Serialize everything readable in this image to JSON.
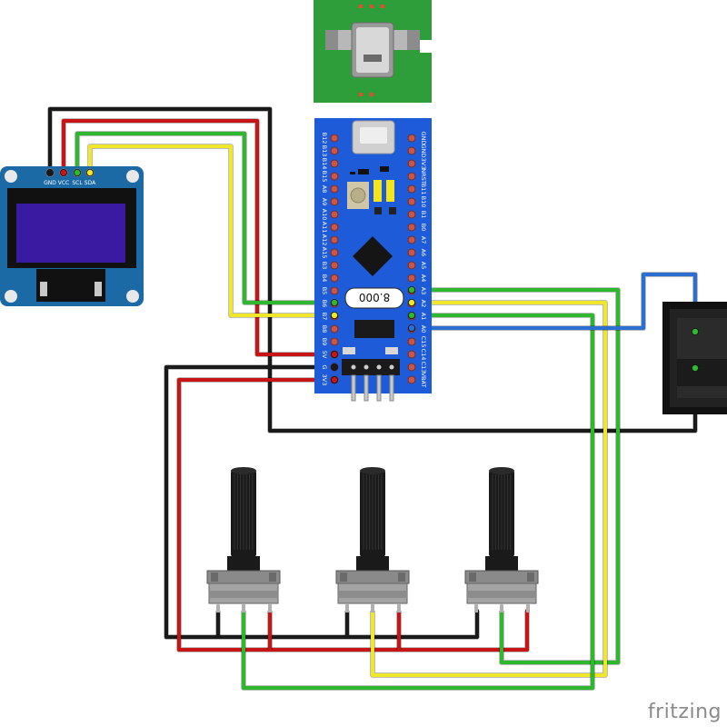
{
  "colors": {
    "wire_black": "#1a1a1a",
    "wire_red": "#c81414",
    "wire_green": "#2db82d",
    "wire_yellow": "#f0e62a",
    "wire_blue": "#2a6fd1",
    "board_blue": "#1e5bd8",
    "pcb_green": "#2e9e3a",
    "oled_panel": "#1c6aa5",
    "oled_screen": "#3a1aa0"
  },
  "oled": {
    "pins": [
      "GND",
      "VCC",
      "SCL",
      "SDA"
    ]
  },
  "bluepill": {
    "left_pins": [
      "B12",
      "B13",
      "B14",
      "B15",
      "A8",
      "A9",
      "A10",
      "A11",
      "A12",
      "A15",
      "B3",
      "B4",
      "B5",
      "B6",
      "B7",
      "B8",
      "B9",
      "5V",
      "G",
      "3V3"
    ],
    "right_pins": [
      "GND",
      "GND",
      "3V3",
      "NRST",
      "B11",
      "B10",
      "B1",
      "B0",
      "A7",
      "A6",
      "A5",
      "A4",
      "A3",
      "A2",
      "A1",
      "A0",
      "C15",
      "C14",
      "C13",
      "VBAT"
    ],
    "crystal_label": "8.000"
  },
  "icons": {
    "usb_breakout": "usb-breakout-icon",
    "rocker_switch": "rocker-switch-icon",
    "potentiometer": "potentiometer-icon"
  },
  "watermark": "fritzing"
}
